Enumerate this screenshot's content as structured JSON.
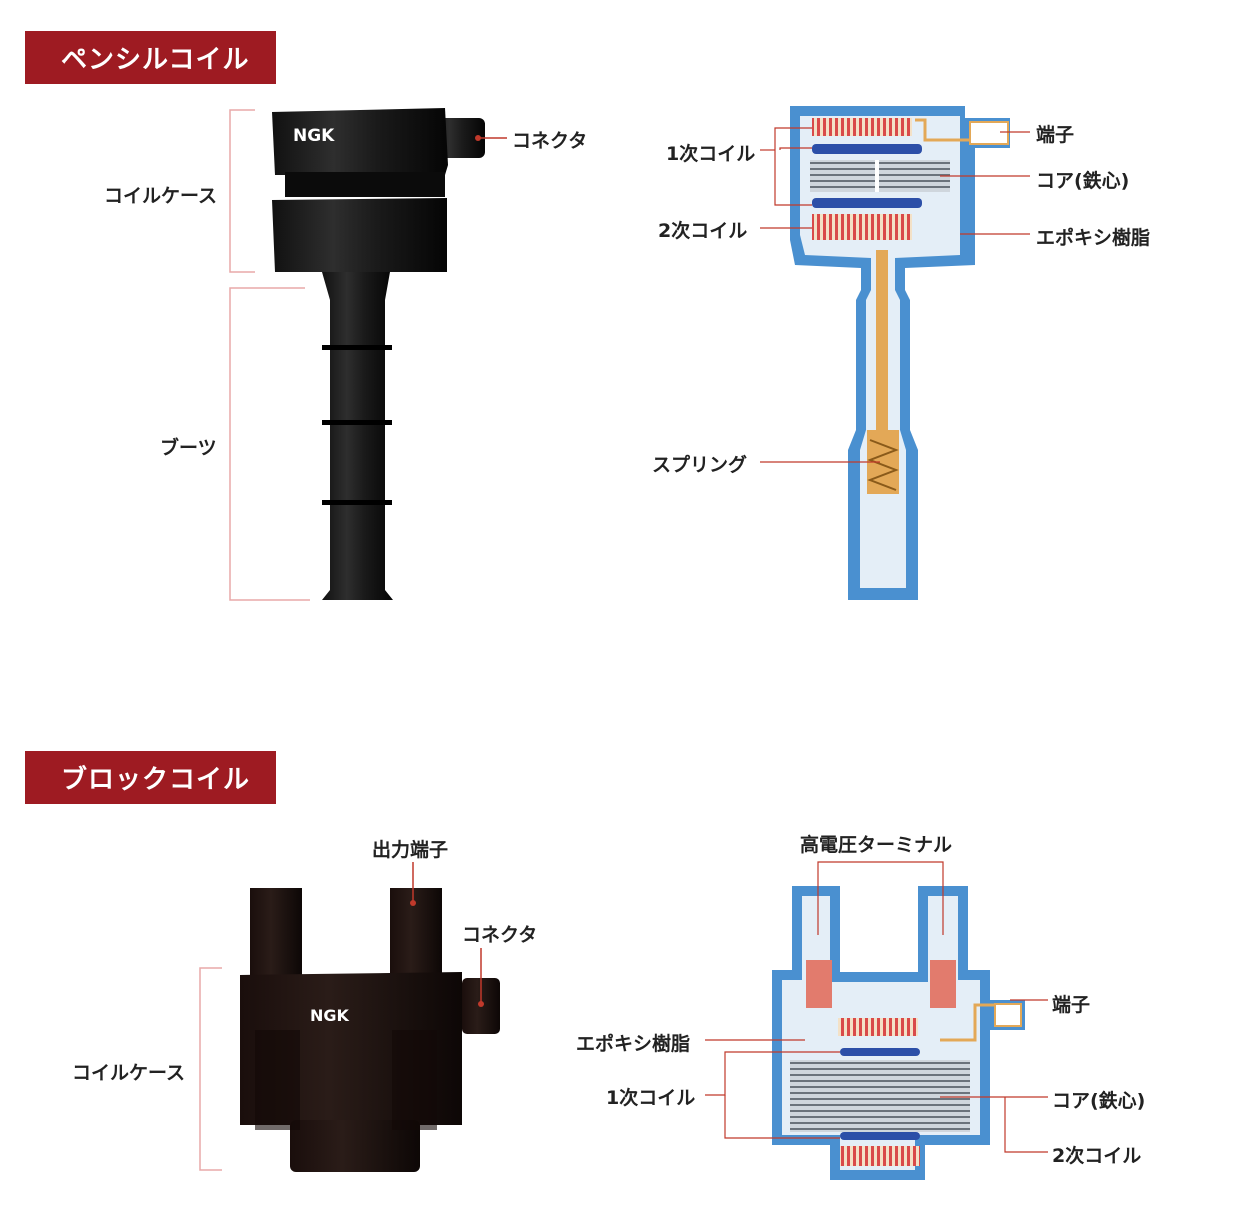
{
  "sections": {
    "pencil": {
      "title": "ペンシルコイル",
      "exterior": {
        "logo": "NGK",
        "labels": {
          "case": "コイルケース",
          "boot": "ブーツ",
          "connector": "コネクタ"
        }
      },
      "cutaway": {
        "labels": {
          "primary": "1次コイル",
          "secondary": "2次コイル",
          "spring": "スプリング",
          "terminal": "端子",
          "core": "コア(鉄心)",
          "epoxy": "エポキシ樹脂"
        }
      }
    },
    "block": {
      "title": "ブロックコイル",
      "exterior": {
        "logo": "NGK",
        "labels": {
          "output": "出力端子",
          "connector": "コネクタ",
          "case": "コイルケース"
        }
      },
      "cutaway": {
        "labels": {
          "hv_terminal": "高電圧ターミナル",
          "terminal": "端子",
          "epoxy": "エポキシ樹脂",
          "primary": "1次コイル",
          "core": "コア(鉄心)",
          "secondary": "2次コイル"
        }
      }
    }
  },
  "colors": {
    "header_bg": "#9e1b22",
    "leader": "#c0392b",
    "housing_blue": "#4a90d0",
    "resin_light": "#e4eef7",
    "copper": "#e3a857",
    "coil_red": "#d94a4a",
    "coil_blue": "#2c4fa8"
  }
}
